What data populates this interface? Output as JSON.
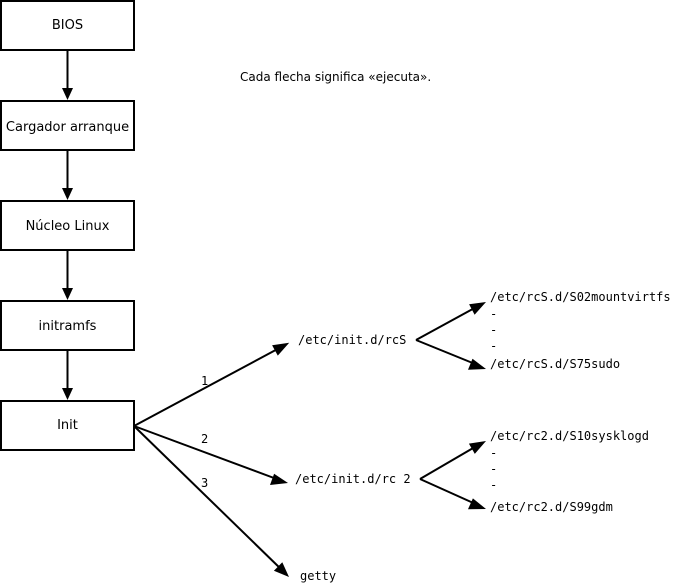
{
  "note": "Cada flecha significa «ejecuta».",
  "boxes": {
    "bios": "BIOS",
    "loader": "Cargador arranque",
    "kernel": "Núcleo Linux",
    "initramfs": "initramfs",
    "init": "Init"
  },
  "edges": {
    "one": "1",
    "two": "2",
    "three": "3"
  },
  "targets": {
    "rcs": "/etc/init.d/rcS",
    "rc2": "/etc/init.d/rc 2",
    "getty": "getty"
  },
  "rcs_scripts": {
    "first": "/etc/rcS.d/S02mountvirtfs",
    "dots": [
      "-",
      "-",
      "-"
    ],
    "last": "/etc/rcS.d/S75sudo"
  },
  "rc2_scripts": {
    "first": "/etc/rc2.d/S10sysklogd",
    "dots": [
      "-",
      "-",
      "-"
    ],
    "last": "/etc/rc2.d/S99gdm"
  }
}
